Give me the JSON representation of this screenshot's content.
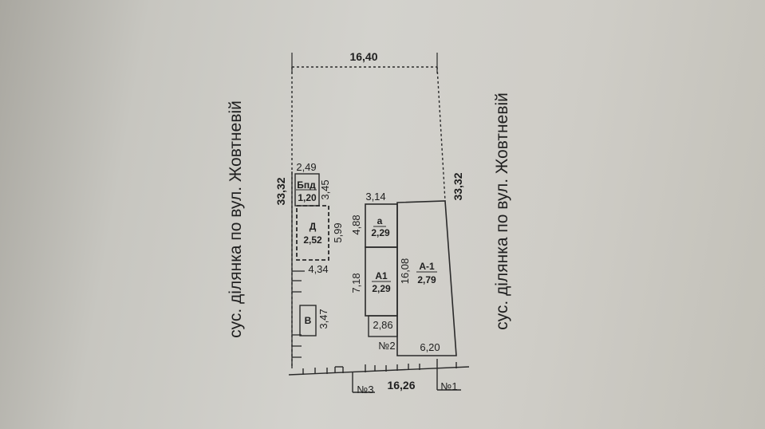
{
  "side_labels": {
    "left": "сус. ділянка по вул. Жовтневій",
    "right": "сус. ділянка по вул. Жовтневій"
  },
  "dimensions": {
    "top_width": "16,40",
    "bottom_width": "16,26",
    "left_length": "33,32",
    "right_length": "33,32",
    "bpd_width": "2,49",
    "bpd_length": "3,45",
    "d_length": "5,99",
    "d_width": "4,34",
    "v_length": "3,47",
    "a_width": "3,14",
    "a_length": "4,88",
    "a1_length": "7,18",
    "a_1_length": "16,08",
    "porch": "2,86",
    "house_width": "6,20"
  },
  "buildings": {
    "bpd": {
      "name": "Бпд",
      "value": "1,20"
    },
    "d": {
      "name": "Д",
      "value": "2,52"
    },
    "v": {
      "name": "В"
    },
    "a": {
      "name": "а",
      "value": "2,29"
    },
    "a1": {
      "name": "А1",
      "value": "2,29"
    },
    "a_1": {
      "name": "А-1",
      "value": "2,79"
    }
  },
  "markers": {
    "n1": "№1",
    "n2": "№2",
    "n3": "№3"
  }
}
